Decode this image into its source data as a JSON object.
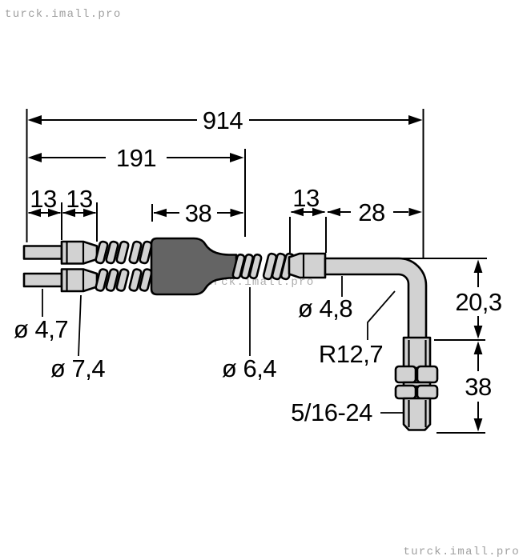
{
  "watermarks": {
    "top_left": "turck.imall.pro",
    "middle": "turck.imall.pro",
    "bottom_right": "turck.imall.pro"
  },
  "dimensions": {
    "overall_length": "914",
    "branch_section_length": "191",
    "left_cable_tip_1": "13",
    "left_cable_tip_2": "13",
    "junction_body_length": "38",
    "right_cable_tip": "13",
    "right_end_section": "28",
    "elbow_drop_height": "20,3",
    "threaded_stud_length": "38"
  },
  "callouts": {
    "cable_diameter": "ø 4,7",
    "connector_diameter": "ø 7,4",
    "conduit_diameter": "ø 6,4",
    "tube_diameter": "ø 4,8",
    "bend_radius": "R12,7",
    "thread_size": "5/16-24"
  },
  "colors": {
    "line": "#000000",
    "fill_light": "#d2d2d2",
    "fill_dark": "#646464",
    "watermark": "#9f9f9f"
  }
}
